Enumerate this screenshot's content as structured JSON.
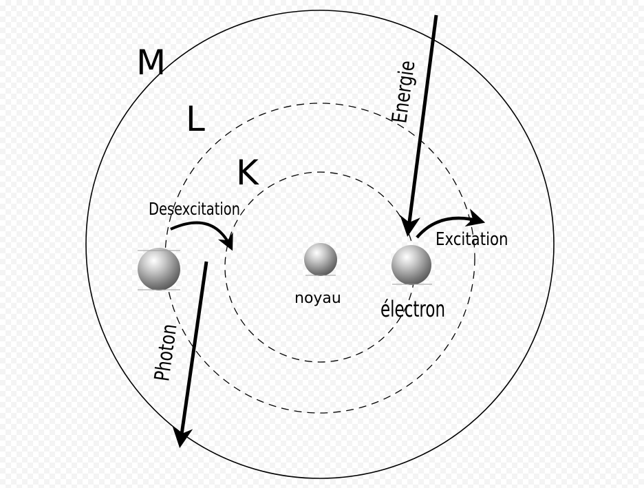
{
  "shells": {
    "m": "M",
    "l": "L",
    "k": "K"
  },
  "labels": {
    "energie": "Energie",
    "desexcitation": "Desexcitation",
    "excitation": "Excitation",
    "noyau": "noyau",
    "electron": "électron",
    "photon": "Photon"
  },
  "colors": {
    "stroke": "#000000",
    "sphere_light": "#f2f2f2",
    "sphere_dark": "#6a6a6a"
  }
}
